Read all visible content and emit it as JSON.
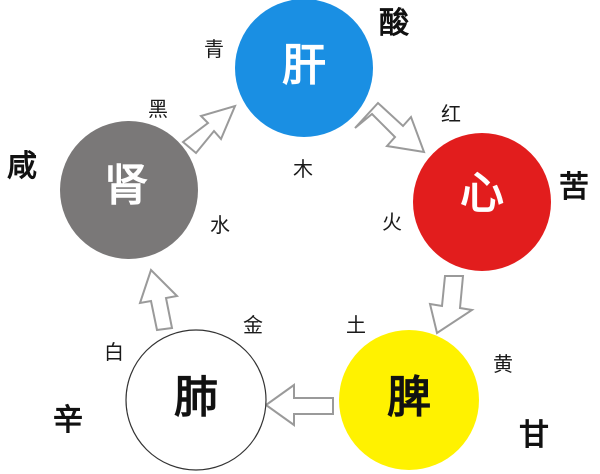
{
  "nodes": [
    {
      "id": "liver",
      "organ": "肝",
      "element": "木",
      "color_name": "青",
      "taste": "酸",
      "fill": "#1a8fe3",
      "text_color": "#ffffff"
    },
    {
      "id": "heart",
      "organ": "心",
      "element": "火",
      "color_name": "红",
      "taste": "苦",
      "fill": "#e21d1d",
      "text_color": "#ffffff"
    },
    {
      "id": "spleen",
      "organ": "脾",
      "element": "土",
      "color_name": "黄",
      "taste": "甘",
      "fill": "#fff200",
      "text_color": "#111111"
    },
    {
      "id": "lung",
      "organ": "肺",
      "element": "金",
      "color_name": "白",
      "taste": "辛",
      "fill": "#ffffff",
      "text_color": "#111111"
    },
    {
      "id": "kidney",
      "organ": "肾",
      "element": "水",
      "color_name": "黑",
      "taste": "咸",
      "fill": "#7a7878",
      "text_color": "#ffffff"
    }
  ]
}
